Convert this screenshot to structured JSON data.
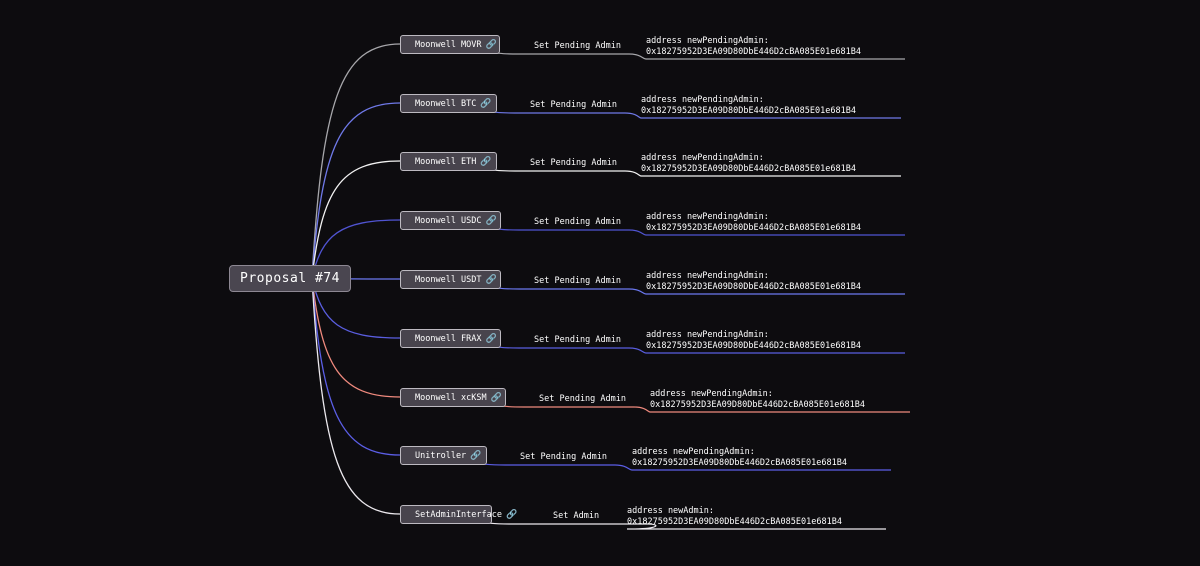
{
  "root": {
    "label": "Proposal #74"
  },
  "branches": [
    {
      "target": "Moonwell MOVR",
      "action": "Set Pending Admin",
      "param_label": "address newPendingAdmin:",
      "param_value": "0x18275952D3EA09D80DbE446D2cBA085E01e681B4",
      "color": "#a7a7ab"
    },
    {
      "target": "Moonwell BTC",
      "action": "Set Pending Admin",
      "param_label": "address newPendingAdmin:",
      "param_value": "0x18275952D3EA09D80DbE446D2cBA085E01e681B4",
      "color": "#6f79e8"
    },
    {
      "target": "Moonwell ETH",
      "action": "Set Pending Admin",
      "param_label": "address newPendingAdmin:",
      "param_value": "0x18275952D3EA09D80DbE446D2cBA085E01e681B4",
      "color": "#f2f2f2"
    },
    {
      "target": "Moonwell USDC",
      "action": "Set Pending Admin",
      "param_label": "address newPendingAdmin:",
      "param_value": "0x18275952D3EA09D80DbE446D2cBA085E01e681B4",
      "color": "#5054d2"
    },
    {
      "target": "Moonwell USDT",
      "action": "Set Pending Admin",
      "param_label": "address newPendingAdmin:",
      "param_value": "0x18275952D3EA09D80DbE446D2cBA085E01e681B4",
      "color": "#6b78f0"
    },
    {
      "target": "Moonwell FRAX",
      "action": "Set Pending Admin",
      "param_label": "address newPendingAdmin:",
      "param_value": "0x18275952D3EA09D80DbE446D2cBA085E01e681B4",
      "color": "#5a5ee0"
    },
    {
      "target": "Moonwell xcKSM",
      "action": "Set Pending Admin",
      "param_label": "address newPendingAdmin:",
      "param_value": "0x18275952D3EA09D80DbE446D2cBA085E01e681B4",
      "color": "#f08a7e"
    },
    {
      "target": "Unitroller",
      "action": "Set Pending Admin",
      "param_label": "address newPendingAdmin:",
      "param_value": "0x18275952D3EA09D80DbE446D2cBA085E01e681B4",
      "color": "#5b5ee6"
    },
    {
      "target": "SetAdminInterface",
      "action": "Set Admin",
      "param_label": "address newAdmin:",
      "param_value": "0x18275952D3EA09D80DbE446D2cBA085E01e681B4",
      "color": "#ece9ee"
    }
  ],
  "icons": {
    "link": "link-icon"
  }
}
